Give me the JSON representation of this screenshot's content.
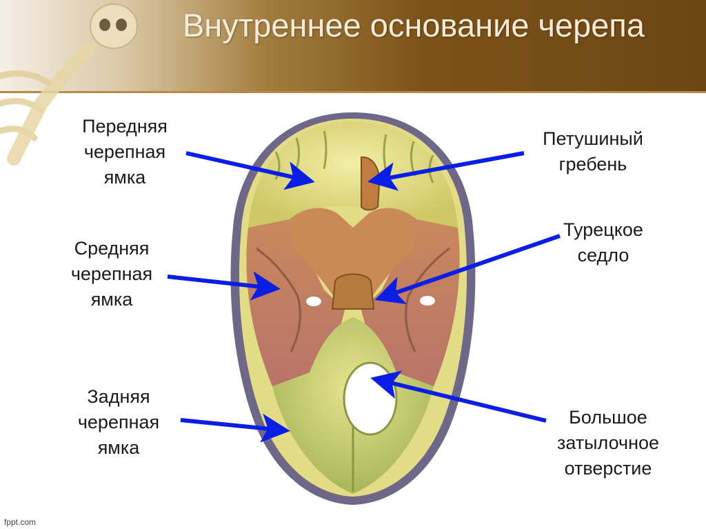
{
  "slide": {
    "title": "Внутреннее основание черепа",
    "watermark": "fppt.com"
  },
  "labels": {
    "anterior_fossa": "Передняя\nчерепная\nямка",
    "crista_galli": "Петушиный\nгребень",
    "sella_turcica": "Турецкое\nседло",
    "middle_fossa": "Средняя\nчерепная\nямка",
    "posterior_fossa": "Задняя\nчерепная\nямка",
    "foramen_magnum": "Большое\nзатылочное\nотверстие"
  },
  "colors": {
    "arrow": "#0a1ee6",
    "anterior_fossa": "#e9e48a",
    "middle_fossa": "#c98f66",
    "posterior_fossa": "#d8d67a",
    "bone_rim": "#7a7090",
    "sella": "#b57a3e"
  },
  "icons": [
    "skeleton-decor-icon"
  ]
}
